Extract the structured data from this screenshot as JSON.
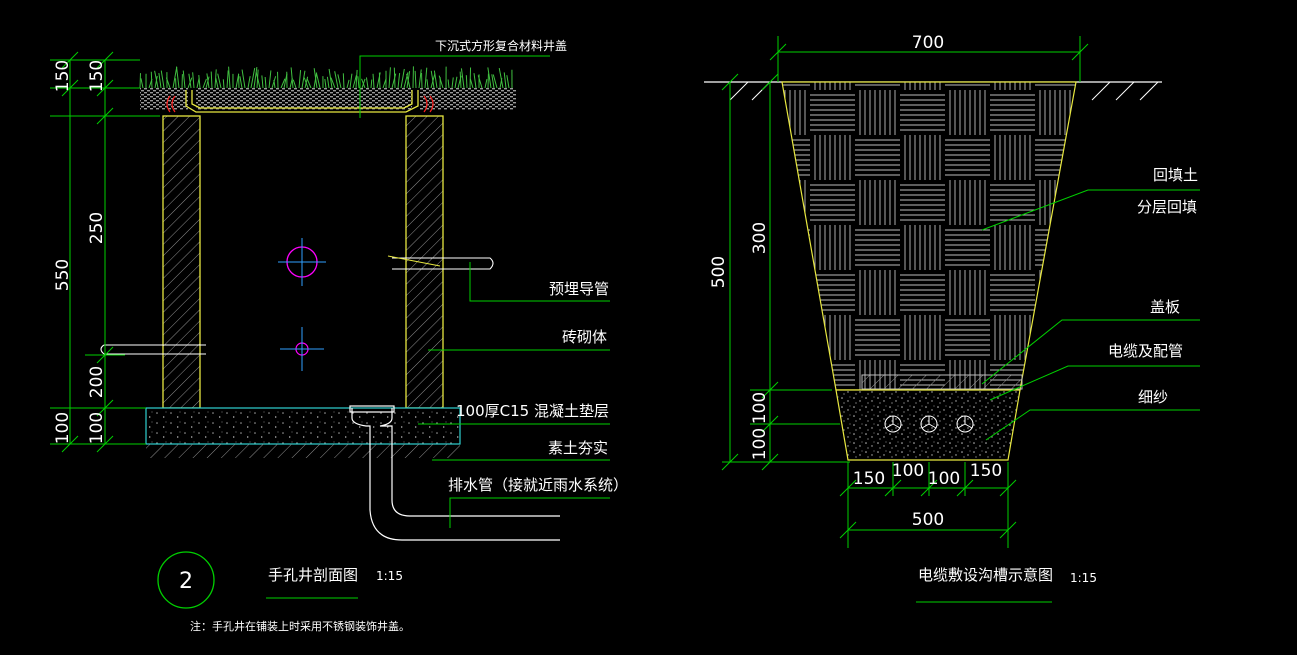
{
  "colors": {
    "background": "#000000",
    "line_white": "#ffffff",
    "dim_green": "#00d000",
    "wall_yellow": "#e8e840",
    "hatch_grey": "#a8a8a8",
    "pipe_magenta": "#ff00ff",
    "concrete_cyan": "#30d0d0",
    "marker_red": "#ff2020",
    "grass_green": "#40c040"
  },
  "left_drawing": {
    "cover_label": "下沉式方形复合材料井盖",
    "dims_outer": {
      "d550": "550",
      "d100": "100"
    },
    "dims_inner": {
      "d150": "150",
      "d250": "250",
      "d200": "200",
      "d100": "100"
    },
    "dims_top": {
      "d150": "150"
    },
    "labels": {
      "pipe": "预埋导管",
      "brick": "砖砌体",
      "concrete": "100厚C15 混凝土垫层",
      "soil": "素土夯实",
      "drain": "排水管（接就近雨水系统）"
    },
    "title_number": "2",
    "title": "手孔井剖面图",
    "scale": "1:15",
    "note": "注：手孔井在铺装上时采用不锈钢装饰井盖。"
  },
  "right_drawing": {
    "dims": {
      "top_width": "700",
      "depth": "500",
      "upper": "300",
      "mid": "100",
      "low": "100",
      "b150a": "150",
      "b100a": "100",
      "b100b": "100",
      "b150b": "150",
      "bottom_width": "500"
    },
    "labels": {
      "backfill_1": "回填土",
      "backfill_2": "分层回填",
      "cover_plate": "盖板",
      "cable": "电缆及配管",
      "sand": "细纱"
    },
    "title": "电缆敷设沟槽示意图",
    "scale": "1:15"
  }
}
